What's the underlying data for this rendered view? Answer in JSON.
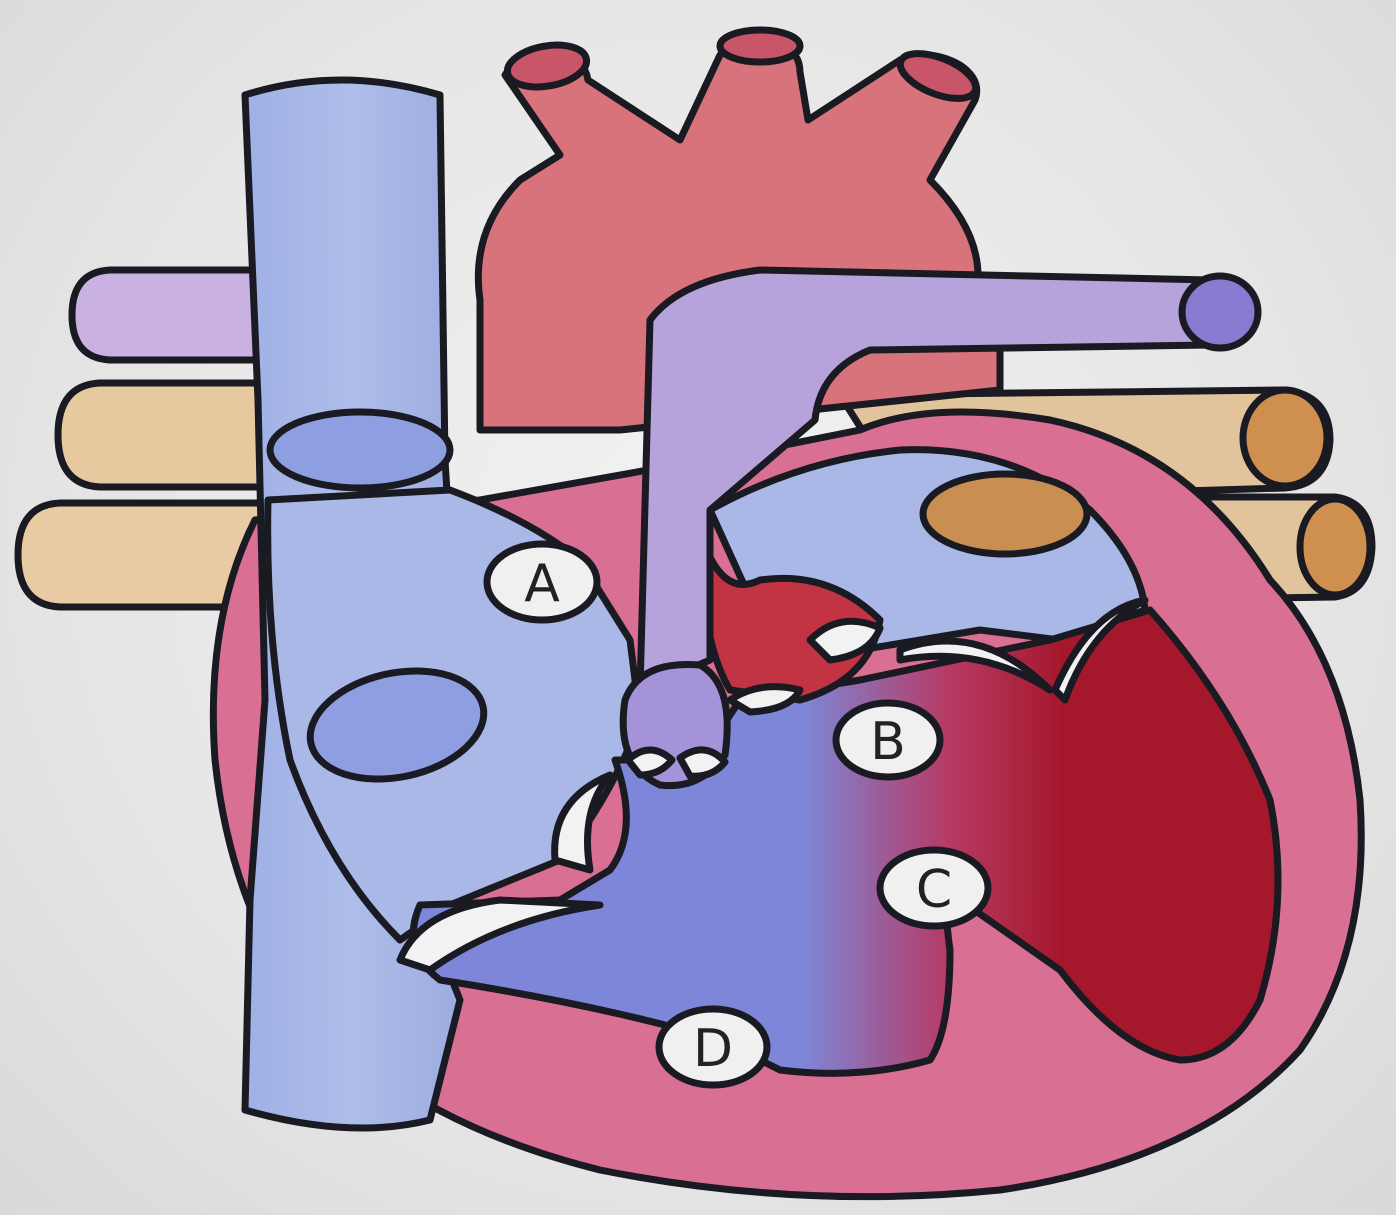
{
  "labels": {
    "a": "A",
    "b": "B",
    "c": "C",
    "d": "D"
  },
  "colors": {
    "background": "#e7e7e7",
    "aorta": "#d9727a",
    "vena_cava": "#a9b6e6",
    "pulmonary_artery": "#b7a3dc",
    "pulmonary_vein": "#e6c79e",
    "pulmonary_vein_end": "#cf8f4f",
    "heart_wall": "#d97094",
    "left_ventricle": "#a5182c",
    "right_ventricle": "#7f85d6",
    "atrium": "#a9b8e6",
    "valve": "#f0f0f0",
    "outline": "#1a1a22",
    "label_fill": "#f0f0f0"
  }
}
